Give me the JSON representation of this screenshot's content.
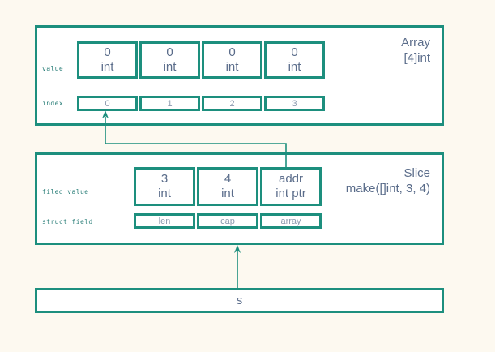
{
  "page": {
    "background": "#fdf9f0",
    "accent": "#1d8f7e",
    "text_color": "#5a6c8a"
  },
  "array_panel": {
    "title_line1": "Array",
    "title_line2": "[4]int",
    "value_caption": "value",
    "index_caption": "index",
    "cells": [
      {
        "value": "0",
        "type": "int",
        "index": "0"
      },
      {
        "value": "0",
        "type": "int",
        "index": "1"
      },
      {
        "value": "0",
        "type": "int",
        "index": "2"
      },
      {
        "value": "0",
        "type": "int",
        "index": "3"
      }
    ]
  },
  "slice_panel": {
    "title_line1": "Slice",
    "title_line2": "make([]int, 3, 4)",
    "value_caption": "filed value",
    "field_caption": "struct field",
    "cells": [
      {
        "value": "3",
        "type": "int",
        "field": "len"
      },
      {
        "value": "4",
        "type": "int",
        "field": "cap"
      },
      {
        "value": "addr",
        "type": "int ptr",
        "field": "array"
      }
    ]
  },
  "variable_panel": {
    "label": "s"
  },
  "connectors": [
    {
      "name": "array-field-to-index0",
      "from": "slice.array",
      "to": "array.index0"
    },
    {
      "name": "variable-to-slice",
      "from": "variable.s",
      "to": "slice"
    }
  ]
}
